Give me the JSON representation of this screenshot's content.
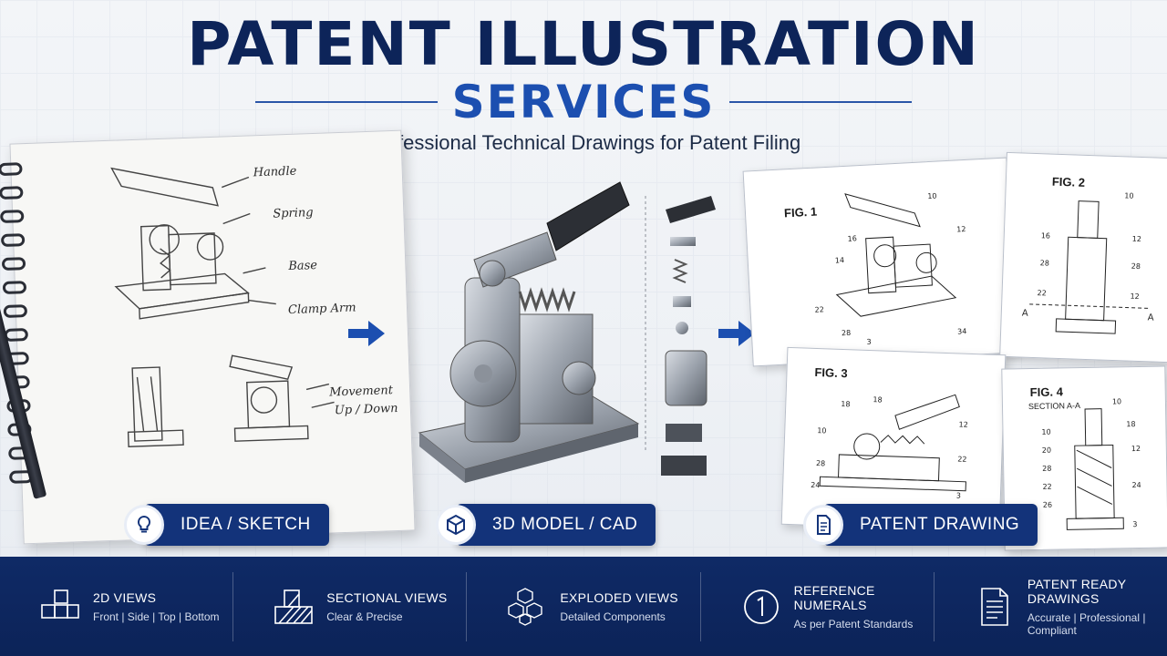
{
  "header": {
    "title_line1": "PATENT ILLUSTRATION",
    "title_line2": "SERVICES",
    "subtitle": "Professional Technical Drawings for Patent Filing"
  },
  "sketch": {
    "notes": [
      "Handle",
      "Spring",
      "Base",
      "Clamp Arm",
      "Movement",
      "Up / Down"
    ]
  },
  "patent_figures": [
    {
      "label": "FIG. 1",
      "numerals": [
        "10",
        "16",
        "12",
        "14",
        "22",
        "28",
        "3",
        "34"
      ]
    },
    {
      "label": "FIG. 2",
      "numerals": [
        "10",
        "16",
        "12",
        "28",
        "22",
        "12",
        "28"
      ],
      "section": "A"
    },
    {
      "label": "FIG. 3",
      "numerals": [
        "18",
        "18",
        "10",
        "12",
        "28",
        "22",
        "24",
        "3"
      ]
    },
    {
      "label": "FIG. 4",
      "subtitle": "SECTION A-A",
      "numerals": [
        "10",
        "18",
        "10",
        "20",
        "12",
        "28",
        "22",
        "24",
        "26",
        "3"
      ]
    }
  ],
  "stages": [
    {
      "label": "IDEA / SKETCH",
      "icon": "lightbulb-icon"
    },
    {
      "label": "3D MODEL / CAD",
      "icon": "cube-icon"
    },
    {
      "label": "PATENT DRAWING",
      "icon": "document-icon"
    }
  ],
  "features": [
    {
      "title": "2D VIEWS",
      "desc": "Front | Side | Top | Bottom",
      "icon": "2d-views-icon"
    },
    {
      "title": "SECTIONAL VIEWS",
      "desc": "Clear & Precise",
      "icon": "hatched-section-icon"
    },
    {
      "title": "EXPLODED VIEWS",
      "desc": "Detailed Components",
      "icon": "exploded-cubes-icon"
    },
    {
      "title": "REFERENCE NUMERALS",
      "desc": "As per Patent Standards",
      "icon": "numeral-one-icon"
    },
    {
      "title": "PATENT READY DRAWINGS",
      "desc": "Accurate | Professional | Compliant",
      "icon": "document-lines-icon"
    }
  ],
  "colors": {
    "navy": "#0d2459",
    "accent_blue": "#1c4fb0",
    "footer_bg": "#0f2a66"
  }
}
